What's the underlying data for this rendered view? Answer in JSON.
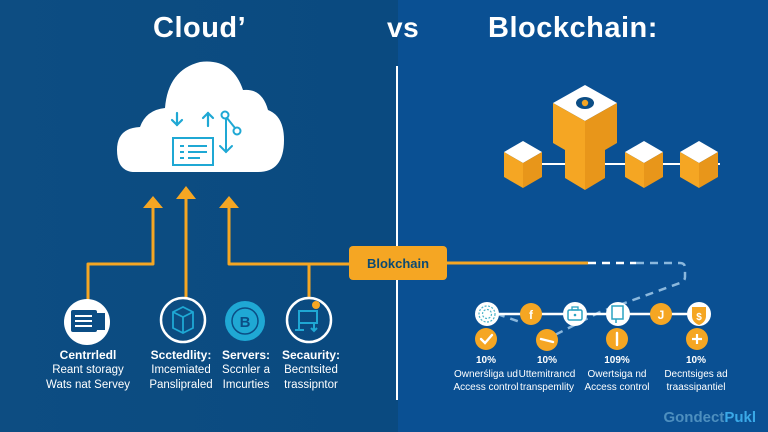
{
  "header": {
    "left_title": "Cloud’",
    "vs": "vs",
    "right_title": "Blockchain:"
  },
  "colors": {
    "background": "#0b4d85",
    "accent_orange": "#f5a623",
    "icon_teal": "#1fa8d4",
    "white": "#ffffff",
    "label_text": "#0b4a73"
  },
  "connector": {
    "label": "Blokchain"
  },
  "cloud": {
    "icon": "cloud-icon",
    "inner_icons": [
      "download-arrow-icon",
      "upload-arrow-icon",
      "sync-branch-icon",
      "database-table-icon"
    ]
  },
  "blockchain_graphic": {
    "icon": "blockchain-cubes-icon",
    "cube_count": 4
  },
  "cloud_features": [
    {
      "icon": "server-file-icon",
      "heading": "Centrrledl",
      "lines": [
        "Reant storagy",
        "Wats nat Servey"
      ]
    },
    {
      "icon": "box-icon",
      "heading": "Scctedlity:",
      "lines": [
        "Imcemiated",
        "Panslipraled"
      ]
    },
    {
      "icon": "bitcoin-icon",
      "heading": "Servers:",
      "lines": [
        "Sccnler a",
        "Imcurties"
      ]
    },
    {
      "icon": "network-computer-icon",
      "heading": "Secaurity:",
      "lines": [
        "Becntsited",
        "trassipntor"
      ]
    }
  ],
  "chain_nodes": [
    {
      "icon": "fingerprint-icon",
      "type": "white"
    },
    {
      "icon": "f-glyph-icon",
      "type": "orange",
      "glyph": "f"
    },
    {
      "icon": "briefcase-icon",
      "type": "white"
    },
    {
      "icon": "tablet-icon",
      "type": "white"
    },
    {
      "icon": "j-glyph-icon",
      "type": "orange",
      "glyph": "J"
    },
    {
      "icon": "shield-dollar-icon",
      "type": "white-orange",
      "glyph": "$"
    }
  ],
  "blockchain_stats": [
    {
      "icon": "check-icon",
      "glyph": "✓",
      "percent": "10%",
      "lines": [
        "Ownerśliga ud",
        "Access control"
      ]
    },
    {
      "icon": "minus-icon",
      "glyph": "–",
      "percent": "10%",
      "lines": [
        "Uttemitrancd",
        "transpemlity"
      ]
    },
    {
      "icon": "bar-icon",
      "glyph": "|",
      "percent": "109%",
      "lines": [
        "Owertsiga nd",
        "Access control"
      ]
    },
    {
      "icon": "plus-icon",
      "glyph": "+",
      "percent": "10%",
      "lines": [
        "Decntsiges ad",
        "traassipantiel"
      ]
    }
  ],
  "brand": {
    "part1": "Gondect",
    "part2": "Pukl"
  }
}
